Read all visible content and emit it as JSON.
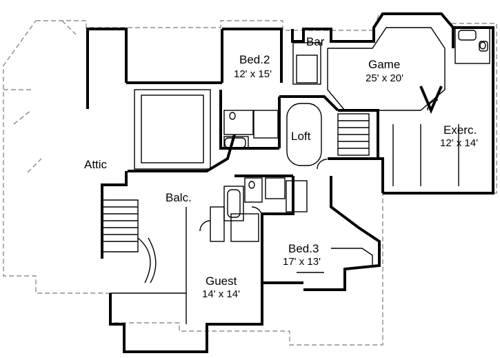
{
  "rooms": {
    "bar": {
      "name": "Bar"
    },
    "bed2": {
      "name": "Bed.2",
      "size": "12' x 15'"
    },
    "game": {
      "name": "Game",
      "size": "25' x 20'"
    },
    "loft": {
      "name": "Loft"
    },
    "exerc": {
      "name": "Exerc.",
      "size": "12' x 14'"
    },
    "attic": {
      "name": "Attic"
    },
    "balc": {
      "name": "Balc."
    },
    "bed3": {
      "name": "Bed.3",
      "size": "17' x 13'"
    },
    "guest": {
      "name": "Guest",
      "size": "14' x 14'"
    }
  }
}
